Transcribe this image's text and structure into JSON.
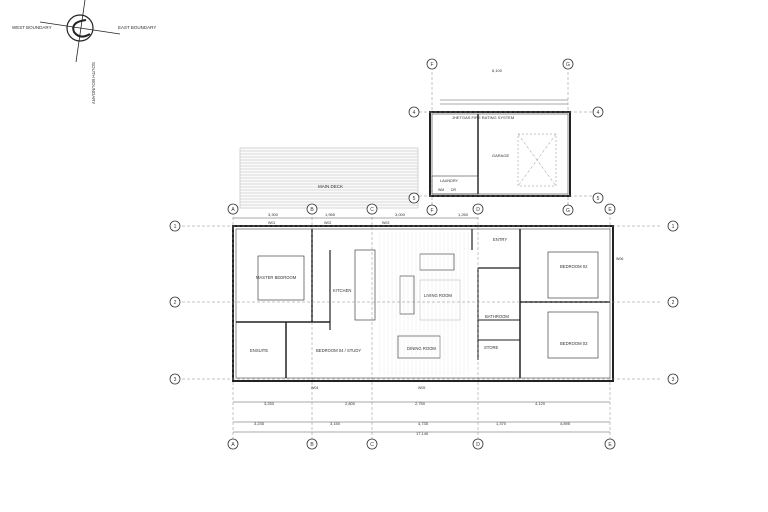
{
  "compass": {
    "west": "WEST BOUNDARY",
    "east": "EAST BOUNDARY",
    "south": "SOUTH BOUNDARY"
  },
  "garage": {
    "title": "JHETGAS FIRE RATING SYSTEM",
    "room": "GARAGE",
    "laundry": "LAUNDRY",
    "wm": "WM",
    "dr": "DR",
    "dim_top": "6,100"
  },
  "deck": {
    "label": "MAIN DECK"
  },
  "rooms": {
    "master": "MASTER BEDROOM",
    "kitchen": "KITCHEN",
    "living": "LIVING ROOM",
    "entry": "ENTRY",
    "bedroom02": "BEDROOM 02",
    "bedroom03": "BEDROOM 03",
    "ensuite": "ENSUITE",
    "bedroom04": "BEDROOM 04 / STUDY",
    "dining": "DINING ROOM",
    "bathroom": "BATHROOM",
    "store": "STORE"
  },
  "gridlines": {
    "columns": [
      "A",
      "B",
      "C",
      "D",
      "E"
    ],
    "rows": [
      "1",
      "2",
      "3"
    ],
    "garage_cols": [
      "F",
      "G"
    ],
    "garage_rows": [
      "4",
      "5"
    ]
  },
  "dims": {
    "top_row": [
      "3,300",
      "1,965",
      "3,000",
      "1,260"
    ],
    "bottom_row1": [
      "3,250",
      "2,800",
      "2,750",
      "4,120"
    ],
    "bottom_row2": [
      "3,235",
      "3,150",
      "4,735",
      "1,370",
      "4,895"
    ],
    "bottom_total": "17,140",
    "window_tags": [
      "W01",
      "W02",
      "W03",
      "W04",
      "W05",
      "W06"
    ]
  }
}
